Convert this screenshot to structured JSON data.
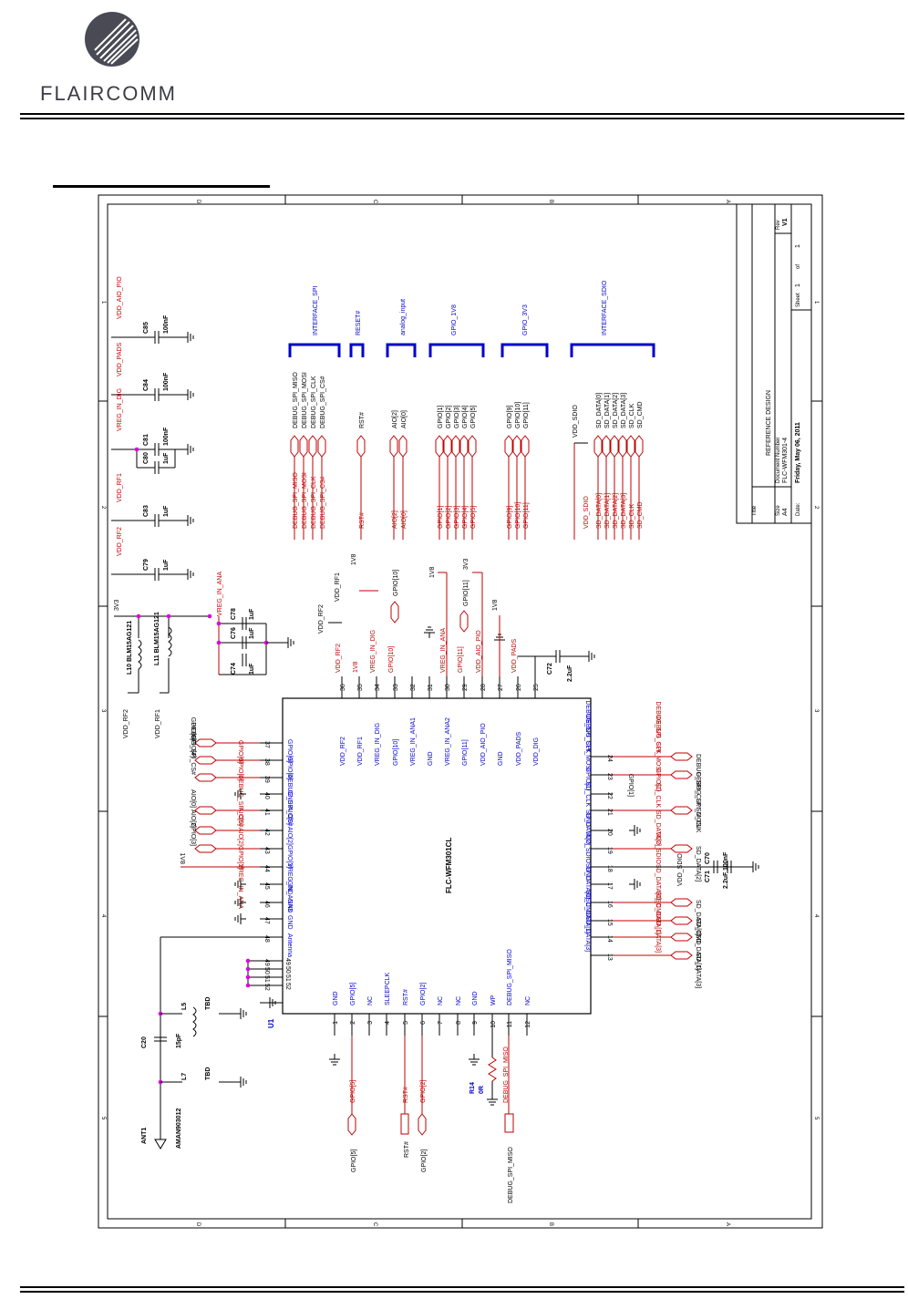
{
  "header": {
    "company": "FLAIRCOMM"
  },
  "title_block": {
    "title_label": "Title",
    "title": "REFERENCE DESIGN",
    "size_label": "Size",
    "size": "A4",
    "docnum_label": "Document Number",
    "docnum": "FLC-WFM301-4",
    "rev_label": "Rev",
    "rev": "V1",
    "date_label": "Date:",
    "date": "Friday, May 06, 2011",
    "sheet_label": "Sheet",
    "sheet": "1",
    "of_label": "of",
    "of": "1"
  },
  "border": {
    "left_letters": [
      "D",
      "C",
      "B",
      "A"
    ],
    "right_numbers": [
      "1",
      "2",
      "3",
      "4",
      "5"
    ]
  },
  "chip": {
    "ref": "U1",
    "part": "FLC-WFM301CL"
  },
  "buses": [
    "INTERFACE_SPI",
    "RESET#",
    "analog_input",
    "GPIO_1V8",
    "GPIO_3V3",
    "INTERFACE_SDIO"
  ],
  "bus_signals": {
    "spi": [
      "DEBUG_SPI_MISO",
      "DEBUG_SPI_MOSI",
      "DEBUG_SPI_CLK",
      "DEBUG_SPI_CS#"
    ],
    "rst": [
      "RST#"
    ],
    "aio": [
      "AIO[2]",
      "AIO[0]"
    ],
    "gpio18": [
      "GPIO[1]",
      "GPIO[2]",
      "GPIO[3]",
      "GPIO[4]",
      "GPIO[5]"
    ],
    "gpio33": [
      "GPIO[9]",
      "GPIO[10]",
      "GPIO[11]"
    ],
    "sdio": [
      "VDD_SDIO",
      "SD_DATA[0]",
      "SD_DATA[1]",
      "SD_DATA[2]",
      "SD_DATA[3]",
      "SD_CLK",
      "SD_CMD"
    ]
  },
  "decoupling": [
    {
      "net": "VDD_AIO_PIO",
      "ref": "C85",
      "val": "100nF"
    },
    {
      "net": "VDD_PADS",
      "ref": "C84",
      "val": "100nF"
    },
    {
      "net": "VREG_IN_DIG",
      "ref": "C81",
      "val": "100nF",
      "ref2": "C80",
      "val2": "1uF"
    },
    {
      "net": "VDD_RF1",
      "ref": "C83",
      "val": "1uF"
    },
    {
      "net": "VDD_RF2",
      "ref": "C79",
      "val": "1uF"
    }
  ],
  "pins_top": [
    {
      "num": "36",
      "name": "VDD_RF2",
      "net": "VDD_RF2"
    },
    {
      "num": "35",
      "name": "VDD_RF1",
      "net": "1V8"
    },
    {
      "num": "34",
      "name": "VREG_IN_DIG",
      "net": "VREG_IN_DIG"
    },
    {
      "num": "33",
      "name": "GPIO[10]",
      "net": "GPIO[10]"
    },
    {
      "num": "32",
      "name": "VREG_IN_ANA1",
      "net": ""
    },
    {
      "num": "31",
      "name": "GND",
      "net": ""
    },
    {
      "num": "30",
      "name": "VREG_IN_ANA2",
      "net": "VREG_IN_ANA"
    },
    {
      "num": "29",
      "name": "GPIO[11]",
      "net": "GPIO[11]"
    },
    {
      "num": "28",
      "name": "VDD_AIO_PIO",
      "net": "VDD_AIO_PIO"
    },
    {
      "num": "27",
      "name": "GND",
      "net": ""
    },
    {
      "num": "26",
      "name": "VDD_PADS",
      "net": "VDD_PADS"
    },
    {
      "num": "25",
      "name": "VDD_DIG",
      "net": ""
    }
  ],
  "pins_left": [
    {
      "num": "37",
      "name": "GPIO[9]",
      "net": "GPIO[9]"
    },
    {
      "num": "38",
      "name": "GPIO[4]",
      "net": "GPIO[4]"
    },
    {
      "num": "39",
      "name": "DEBUG_SPI_CS#",
      "net": "DEBUG_SPI_CS#"
    },
    {
      "num": "40",
      "name": "GND7",
      "net": ""
    },
    {
      "num": "41",
      "name": "AIO[0]",
      "net": "AIO[0]"
    },
    {
      "num": "42",
      "name": "AIO[2]",
      "net": "AIO[2]"
    },
    {
      "num": "43",
      "name": "GPIO[3]",
      "net": "GPIO[3]"
    },
    {
      "num": "44",
      "name": "VREG_IN_ANA3",
      "net": "VREG_IN_ANA"
    },
    {
      "num": "45",
      "name": "GND",
      "net": ""
    },
    {
      "num": "46",
      "name": "GND",
      "net": ""
    },
    {
      "num": "47",
      "name": "GND",
      "net": ""
    },
    {
      "num": "48",
      "name": "Antenna",
      "net": ""
    },
    {
      "num": "49",
      "name": "49",
      "net": ""
    },
    {
      "num": "50",
      "name": "50",
      "net": ""
    },
    {
      "num": "51",
      "name": "51",
      "net": ""
    },
    {
      "num": "52",
      "name": "52",
      "net": ""
    }
  ],
  "pins_right": [
    {
      "num": "24",
      "name": "DEBUG_SPI_CLK",
      "net": "DEBUG_SPI_CLK"
    },
    {
      "num": "23",
      "name": "DEBUG_SPI_MOSI",
      "net": "DEBUG_SPI_MOSI"
    },
    {
      "num": "22",
      "name": "GPIO[1]",
      "net": "GPIO[1]"
    },
    {
      "num": "21",
      "name": "SD_CLK",
      "net": "SD_CLK"
    },
    {
      "num": "20",
      "name": "GND",
      "net": ""
    },
    {
      "num": "19",
      "name": "SD_DATA[2]",
      "net": "SD_DATA[2]"
    },
    {
      "num": "18",
      "name": "VDD_SDIO",
      "net": "VDD_SDIO"
    },
    {
      "num": "17",
      "name": "GND",
      "net": ""
    },
    {
      "num": "16",
      "name": "SD_DATA[0]",
      "net": "SD_DATA[0]"
    },
    {
      "num": "15",
      "name": "SD_CMD",
      "net": "SD_CMD"
    },
    {
      "num": "14",
      "name": "SD_DATA[1]",
      "net": "SD_DATA[1]"
    },
    {
      "num": "13",
      "name": "SD_DATA[3]",
      "net": "SD_DATA[3]"
    }
  ],
  "pins_bottom": [
    {
      "num": "1",
      "name": "GND"
    },
    {
      "num": "2",
      "name": "GPIO[5]"
    },
    {
      "num": "3",
      "name": "NC"
    },
    {
      "num": "4",
      "name": "SLEEPCLK"
    },
    {
      "num": "5",
      "name": "RST#"
    },
    {
      "num": "6",
      "name": "GPIO[2]"
    },
    {
      "num": "7",
      "name": "NC"
    },
    {
      "num": "8",
      "name": "NC"
    },
    {
      "num": "9",
      "name": "GND"
    },
    {
      "num": "10",
      "name": "WP"
    },
    {
      "num": "11",
      "name": "DEBUG_SPI_MISO"
    },
    {
      "num": "12",
      "name": "NC"
    }
  ],
  "bottom_nets": {
    "gpio5": "GPIO[5]",
    "rst": "RST#",
    "gpio2": "GPIO[2]",
    "miso": "DEBUG_SPI_MISO"
  },
  "r14": {
    "ref": "R14",
    "val": "0R"
  },
  "supply_left": {
    "net3v3": "3V3",
    "l10": "L10 BLM15AG121",
    "l11": "L11 BLM15AG121",
    "rf2": "VDD_RF2",
    "rf1": "VDD_RF1",
    "vreg_ana": "VREG_IN_ANA",
    "c74": "C74",
    "c76": "C76",
    "c78": "C78",
    "cval": "1uF"
  },
  "top_pin_nets_extra": {
    "vdd_rf2": "VDD_RF2",
    "vdd_rf1": "VDD_RF1",
    "n1v8a": "1V8",
    "n1v8b": "1V8",
    "n1v8c": "1V8",
    "n3v3": "3V3",
    "c72": "C72",
    "c72v": "2.2uF"
  },
  "right_caps": {
    "c70": "C70",
    "c70v": "100nF",
    "c71": "C71",
    "c71v": "2.2uF",
    "vdd_sdio": "VDD_SDIO",
    "n1v8": "1V8"
  },
  "antenna": {
    "ant": "ANT1",
    "ant_part": "AMAN903012",
    "c20": "C20",
    "c20v": "15pF",
    "l5": "L5",
    "l5v": "TBD",
    "l7": "L7",
    "l7v": "TBD"
  }
}
